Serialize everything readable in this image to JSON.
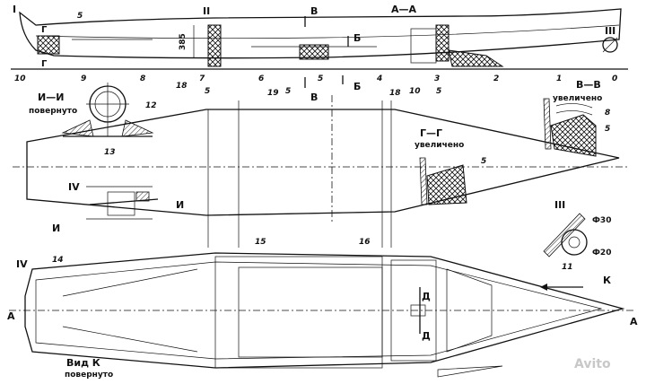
{
  "sections": {
    "I": "I",
    "II": "II",
    "III": "III",
    "IV": "IV",
    "AA": "А—А",
    "BB": "Б",
    "VV": "В—В",
    "GG": "Г—Г",
    "II_cut": "И—И",
    "V": "В",
    "G": "Г",
    "D": "Д",
    "A": "А",
    "K": "К",
    "I_mark": "И"
  },
  "captions": {
    "rotated": "повернуто",
    "enlarged": "увеличено",
    "view_k": "Вид К",
    "view_k_rotated": "повернуто"
  },
  "dimensions": {
    "height": "385",
    "d30": "Ф30",
    "d20": "Ф20"
  },
  "stations": [
    "10",
    "9",
    "8",
    "7",
    "6",
    "5",
    "4",
    "3",
    "2",
    "1",
    "0"
  ],
  "parts": {
    "p5": "5",
    "p8": "8",
    "p10": "10",
    "p11": "11",
    "p12": "12",
    "p13": "13",
    "p14": "14",
    "p15": "15",
    "p16": "16",
    "p18": "18",
    "p19": "19"
  },
  "watermark": "Avito"
}
